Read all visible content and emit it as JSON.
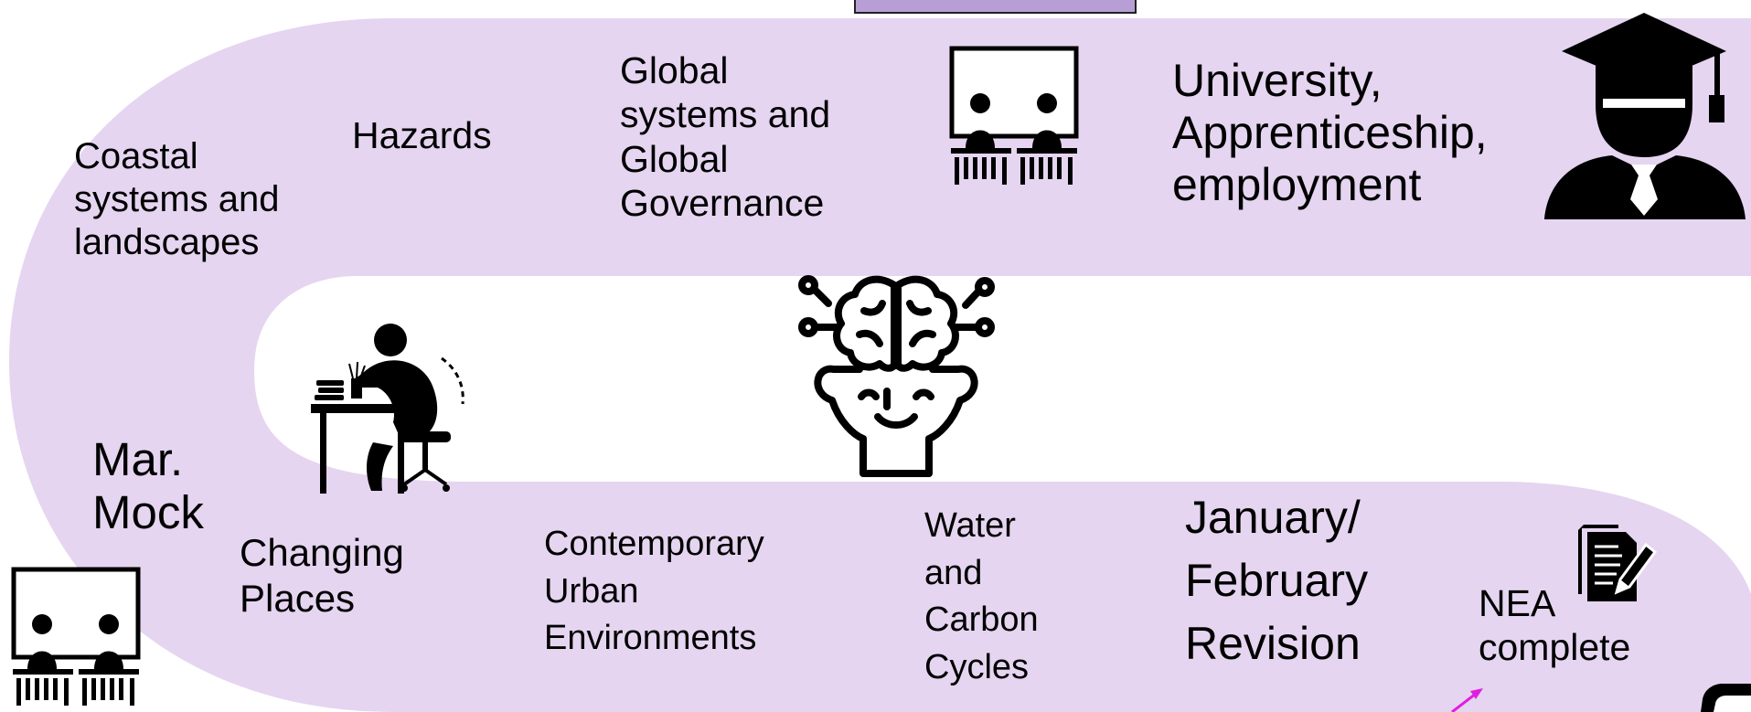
{
  "colors": {
    "road_fill": "#e5d5f0",
    "header_box_fill": "#b79fd6",
    "icon_color": "#000000",
    "arrow_color": "#e01ee0"
  },
  "topics": {
    "coastal": "Coastal systems and landscapes",
    "hazards": "Hazards",
    "global_systems": "Global systems and Global Governance",
    "changing_places": "Changing Places",
    "urban": "Contemporary Urban Environments",
    "water_carbon": "Water and Carbon Cycles"
  },
  "milestones": {
    "destination": "University, Apprenticeship, employment",
    "mock": "Mar. Mock",
    "revision": "January/ February Revision",
    "nea": "NEA complete"
  },
  "icons": [
    "graduate-icon",
    "classroom-exam-icon",
    "student-studying-icon",
    "brain-thinking-icon",
    "document-pen-icon"
  ]
}
